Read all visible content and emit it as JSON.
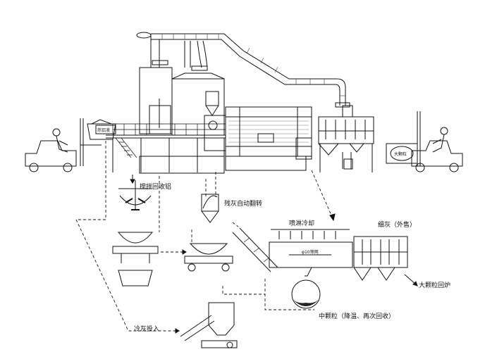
{
  "labels": {
    "tank_tag": "热铝液",
    "pile_tag": "大颗粒",
    "stirring": "搅拌回收铝",
    "flip": "残灰自动翻转",
    "spray": "喷淋冷却",
    "fine_ash": "细灰（外售）",
    "mesh": "φ10筛网",
    "big_particles": "大颗粒回炉",
    "medium_particles": "中颗粒（降温、再次回收）",
    "cold_ash": "冷灰投入"
  }
}
